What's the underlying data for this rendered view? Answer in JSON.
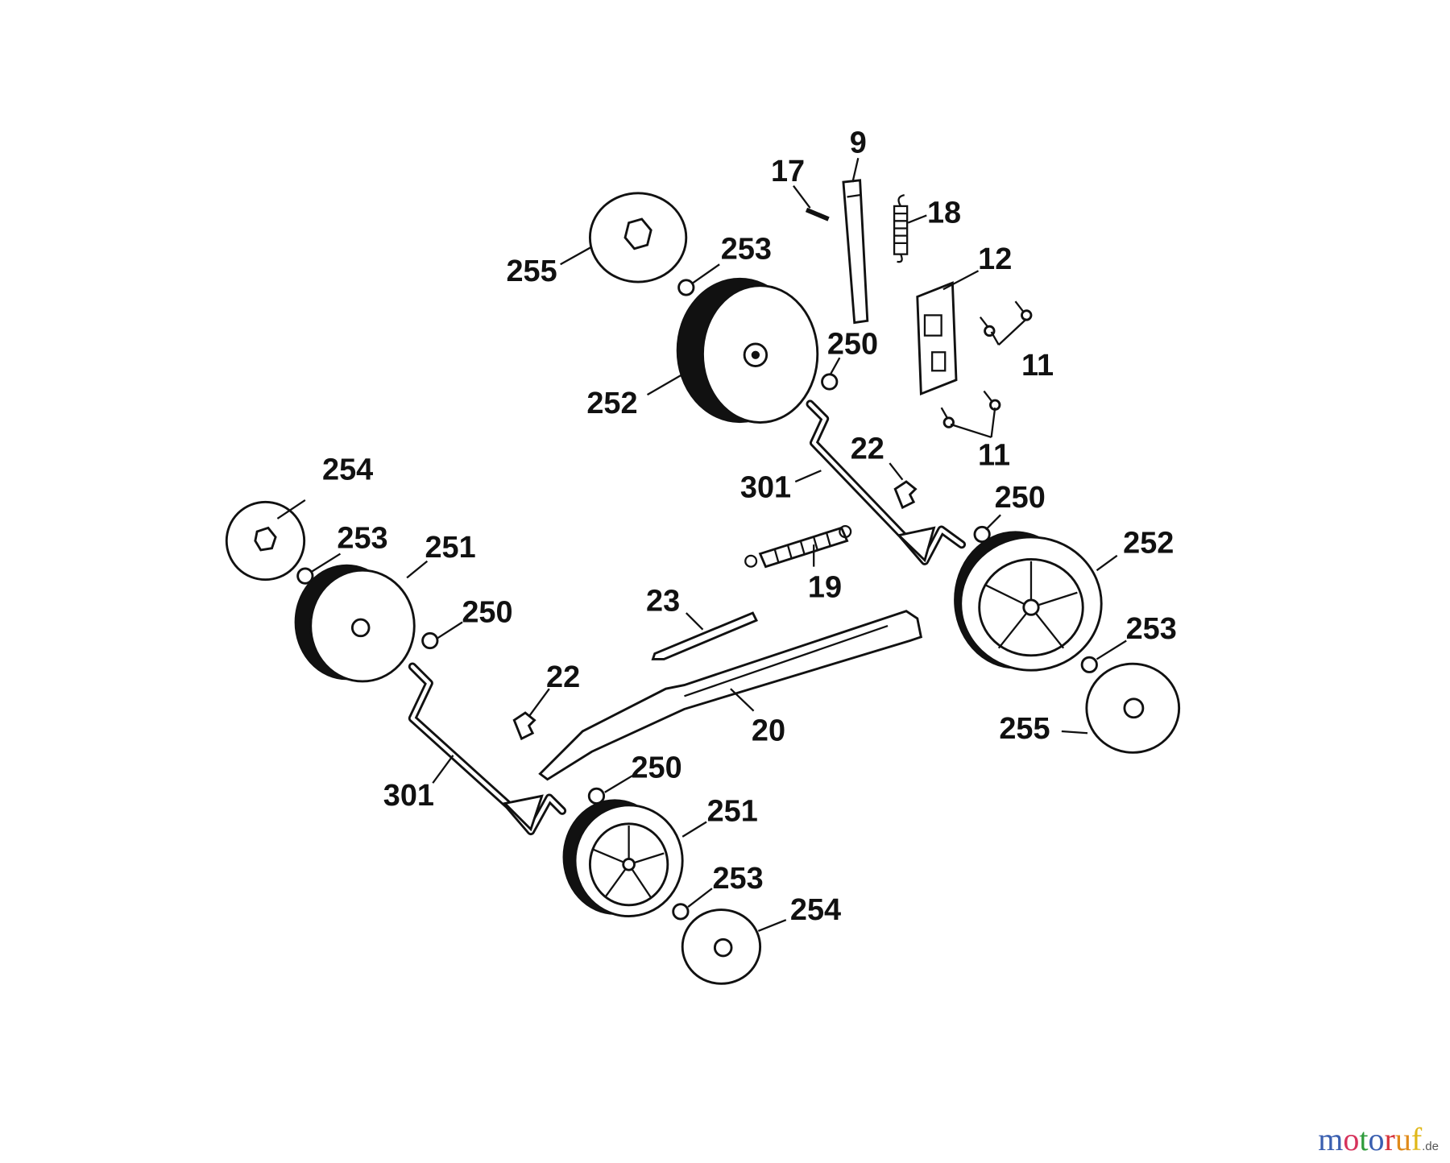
{
  "labels": [
    "9",
    "17",
    "18",
    "12",
    "255",
    "253",
    "250",
    "11",
    "252",
    "11",
    "22",
    "301",
    "250",
    "254",
    "253",
    "251",
    "252",
    "19",
    "23",
    "250",
    "253",
    "22",
    "20",
    "255",
    "250",
    "301",
    "251",
    "253",
    "254"
  ],
  "logo": {
    "text": "motoruf",
    "suffix": ".de",
    "colors": [
      "#3a5fb0",
      "#d6335c",
      "#2e9b3c",
      "#3a5fb0",
      "#d6333a",
      "#e08a1a",
      "#e0b81a"
    ]
  }
}
